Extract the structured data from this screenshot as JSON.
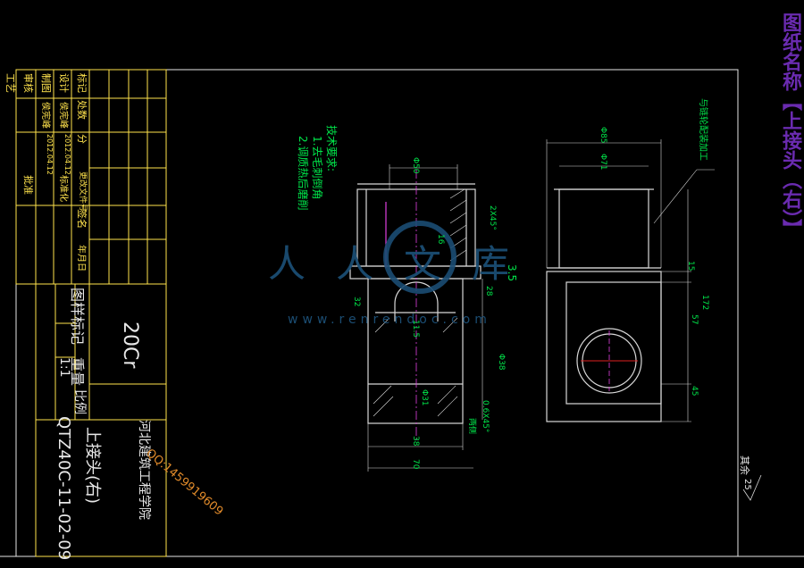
{
  "drawing_title": "图纸名称【上接头（右）】",
  "part_name": "上接头(右)",
  "material": "20Cr",
  "drawing_number": "QTZ40C-11-02-09",
  "scale": "1:1",
  "school": "河北建筑工程学院",
  "watermark_logo": "人人文库",
  "watermark_url": "www.renrendoc.com",
  "watermark_contact": "QQ:1459919609",
  "title_block": {
    "biaoji": "标记",
    "chushu": "处数",
    "fenqu": "分",
    "gaiwenjian": "更改文件号",
    "qianming": "签名",
    "nianyueri": "年月日",
    "sheji": "设计",
    "zhitu": "制图",
    "shenhe": "审核",
    "gongyi": "工艺",
    "pizhun": "批准",
    "biaozhunhua": "标准化",
    "designer": "侯宪峰",
    "drawer": "侯宪峰",
    "date1": "2012.04.12",
    "date2": "2012.04.12",
    "tubiao": "图样标记",
    "zhongliang": "重量",
    "bili": "比例"
  },
  "tech_req": {
    "heading": "技术要求:",
    "item1": "1.去毛刺倒角",
    "item2": "2.调质热后磨削"
  },
  "weld_note": "与链轮配装加工",
  "roughness_rest": "其余",
  "roughness_rest_value": "25",
  "dims": {
    "d50": "Φ50",
    "d85": "Φ85",
    "d71": "Φ71",
    "chamfer2": "2X45°",
    "r3": "3.5",
    "r16": "16",
    "r32": "32",
    "d38": "Φ38",
    "d31": "Φ31",
    "d28": "28",
    "d11": "11.5",
    "c06": "0.6X45°",
    "both": "两侧",
    "l38": "38",
    "l70": "70",
    "l15": "15",
    "l172": "172",
    "l57": "57",
    "l45": "45"
  }
}
